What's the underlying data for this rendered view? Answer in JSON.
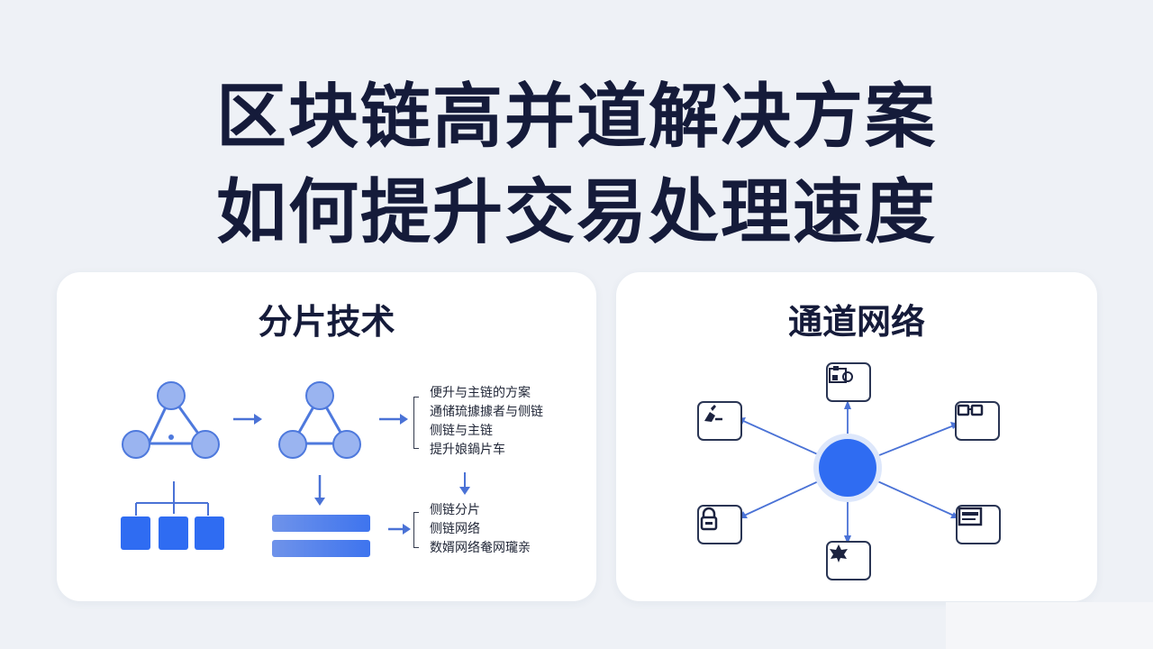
{
  "title": {
    "line1": "区块链高并道解决方案",
    "line2": "如何提升交易处理速度"
  },
  "sharding": {
    "title": "分片技术",
    "notes_top": [
      "便升与主链的方案",
      "通储琉據據者与侧链",
      "侧链与主链",
      "提升娘鍋片车"
    ],
    "notes_bottom": [
      "侧链分片",
      "侧链网络",
      "数婿网络奙网瓏亲"
    ]
  },
  "channel": {
    "title": "通道网络",
    "nodes": [
      {
        "name": "camera-icon"
      },
      {
        "name": "hand-icon"
      },
      {
        "name": "glasses-icon"
      },
      {
        "name": "lock-icon"
      },
      {
        "name": "card-icon"
      },
      {
        "name": "leaf-icon"
      }
    ]
  },
  "colors": {
    "title": "#151b3a",
    "accent": "#2f6cf2",
    "node_light": "#9ab4f0",
    "node_stroke": "#4e79dd",
    "line": "#4a72d6"
  }
}
